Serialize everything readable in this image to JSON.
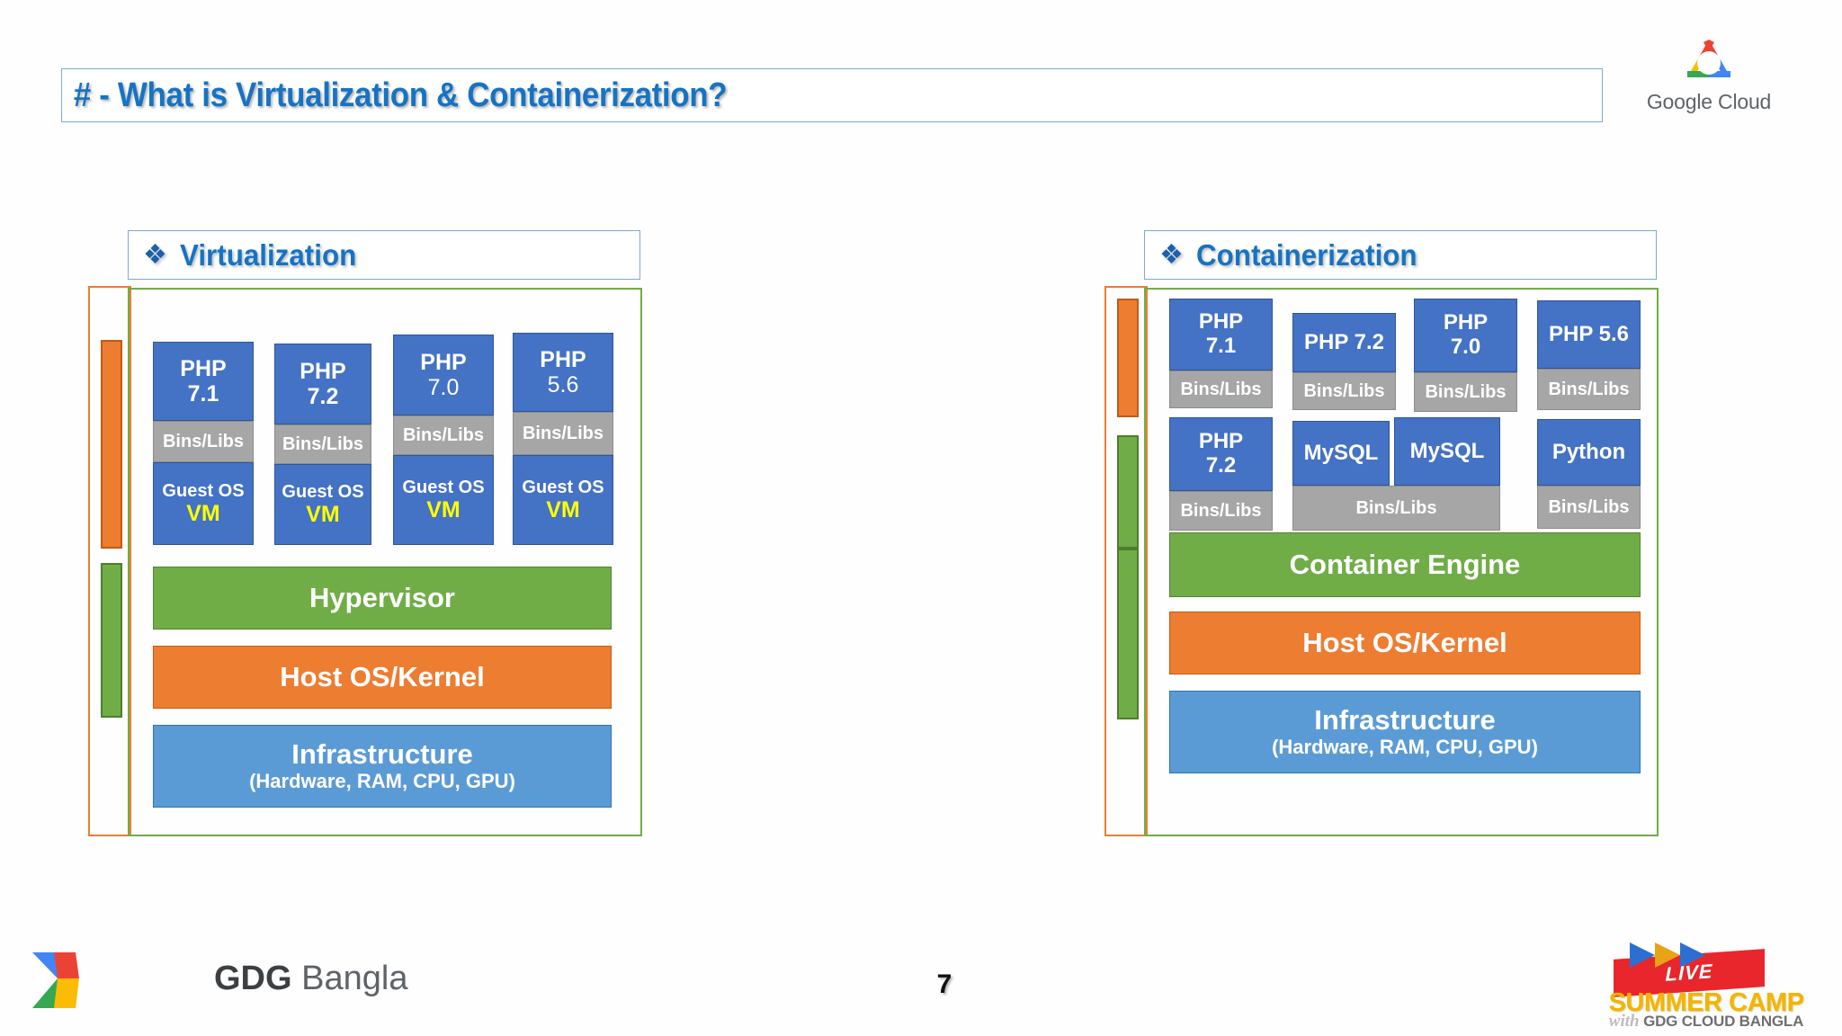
{
  "slide": {
    "title": "# - What is Virtualization & Containerization?",
    "page_number": "7"
  },
  "brand": {
    "google_cloud_google": "Google",
    "google_cloud_cloud": "Cloud",
    "gcloud_icon": "google-cloud-logo"
  },
  "left_panel": {
    "bullet": "❖",
    "heading": "Virtualization",
    "vms": [
      {
        "name": "PHP",
        "version": "7.1",
        "name_bold": true,
        "version_bold": true,
        "bins": "Bins/Libs",
        "guest": "Guest OS",
        "vm": "VM"
      },
      {
        "name": "PHP",
        "version": "7.2",
        "name_bold": true,
        "version_bold": true,
        "bins": "Bins/Libs",
        "guest": "Guest OS",
        "vm": "VM"
      },
      {
        "name": "PHP",
        "version": "7.0",
        "name_bold": true,
        "version_bold": false,
        "bins": "Bins/Libs",
        "guest": "Guest OS",
        "vm": "VM"
      },
      {
        "name": "PHP",
        "version": "5.6",
        "name_bold": true,
        "version_bold": false,
        "bins": "Bins/Libs",
        "guest": "Guest OS",
        "vm": "VM"
      }
    ],
    "layers": [
      {
        "label": "Hypervisor",
        "sub": "",
        "color": "#70AD47"
      },
      {
        "label": "Host OS/Kernel",
        "sub": "",
        "color": "#ED7D31"
      },
      {
        "label": "Infrastructure",
        "sub": "(Hardware, RAM, CPU, GPU)",
        "color": "#5B9BD5"
      }
    ]
  },
  "right_panel": {
    "bullet": "❖",
    "heading": "Containerization",
    "row1": [
      {
        "label_line1": "PHP",
        "label_line2": "7.1",
        "two_line": true,
        "bins": "Bins/Libs"
      },
      {
        "label_line1": "PHP 7.2",
        "label_line2": "",
        "two_line": false,
        "bins": "Bins/Libs"
      },
      {
        "label_line1": "PHP",
        "label_line2": "7.0",
        "two_line": true,
        "bins": "Bins/Libs"
      },
      {
        "label_line1": "PHP 5.6",
        "label_line2": "",
        "two_line": false,
        "bins": "Bins/Libs"
      }
    ],
    "row2": [
      {
        "label_line1": "PHP",
        "label_line2": "7.2",
        "two_line": true,
        "bins": "Bins/Libs"
      },
      {
        "label_line1": "MySQL",
        "label_line2": "",
        "two_line": false,
        "bins": ""
      },
      {
        "label_line1": "MySQL",
        "label_line2": "",
        "two_line": false,
        "bins": ""
      },
      {
        "label_line1": "Python",
        "label_line2": "",
        "two_line": false,
        "bins": "Bins/Libs"
      }
    ],
    "shared_bins": "Bins/Libs",
    "layers": [
      {
        "label": "Container Engine",
        "sub": "",
        "color": "#70AD47"
      },
      {
        "label": "Host OS/Kernel",
        "sub": "",
        "color": "#ED7D31"
      },
      {
        "label": "Infrastructure",
        "sub": "(Hardware, RAM, CPU, GPU)",
        "color": "#5B9BD5"
      }
    ]
  },
  "footer": {
    "gdg_logo_icon": "gdg-chevron-logo",
    "gdg_bold": "GDG",
    "gdg_regular": "Bangla",
    "summercamp": {
      "live": "LIVE",
      "main": "SUMMER CAMP",
      "with": "with",
      "org": "GDG CLOUD BANGLA",
      "icon": "summer-camp-logo"
    }
  },
  "colors": {
    "blue": "#4472C4",
    "gray": "#A6A6A6",
    "green": "#70AD47",
    "orange": "#ED7D31",
    "light_blue": "#5B9BD5",
    "title_blue": "#1673c4",
    "vm_yellow": "#FFFF00"
  }
}
